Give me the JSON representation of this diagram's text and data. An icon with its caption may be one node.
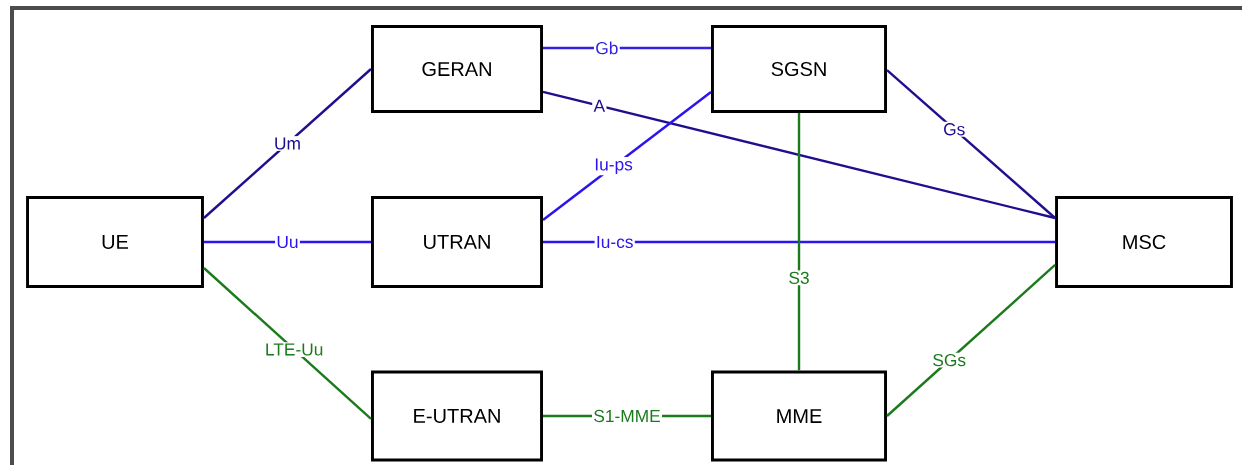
{
  "diagram": {
    "nodes": [
      {
        "text": [
          "GERAN"
        ]
      },
      {
        "text": [
          "SGSN"
        ]
      },
      {
        "text": [
          "UE"
        ]
      },
      {
        "text": [
          "UTRAN"
        ]
      },
      {
        "text": [
          "MSC"
        ]
      },
      {
        "text": [
          "E-UTRAN"
        ]
      },
      {
        "text": [
          "MME"
        ]
      }
    ],
    "edges": [
      {
        "from": 2,
        "to": 0,
        "arrow": "none",
        "label": "Um",
        "color": "#1f0f8f"
      },
      {
        "from": 2,
        "to": 3,
        "arrow": "none",
        "label": "Uu",
        "color": "#2b14ee"
      },
      {
        "from": 2,
        "to": 5,
        "arrow": "none",
        "label": "LTE-Uu",
        "color": "#1b7a1b"
      },
      {
        "from": 0,
        "to": 1,
        "arrow": "none",
        "label": "Gb",
        "color": "#3320e0"
      },
      {
        "from": 0,
        "to": 4,
        "arrow": "none",
        "label": "A",
        "color": "#1f0f8f"
      },
      {
        "from": 3,
        "to": 1,
        "arrow": "none",
        "label": "Iu-ps",
        "color": "#2b14ee"
      },
      {
        "from": 3,
        "to": 4,
        "arrow": "none",
        "label": "Iu-cs",
        "color": "#2b14ee"
      },
      {
        "from": 1,
        "to": 4,
        "arrow": "none",
        "label": "Gs",
        "color": "#1f0f8f"
      },
      {
        "from": 1,
        "to": 6,
        "arrow": "none",
        "label": "S3",
        "color": "#1b7a1b"
      },
      {
        "from": 5,
        "to": 6,
        "arrow": "none",
        "label": "S1-MME",
        "color": "#1b7a1b"
      },
      {
        "from": 6,
        "to": 4,
        "arrow": "none",
        "label": "SGs",
        "color": "#1b7a1b"
      }
    ]
  }
}
